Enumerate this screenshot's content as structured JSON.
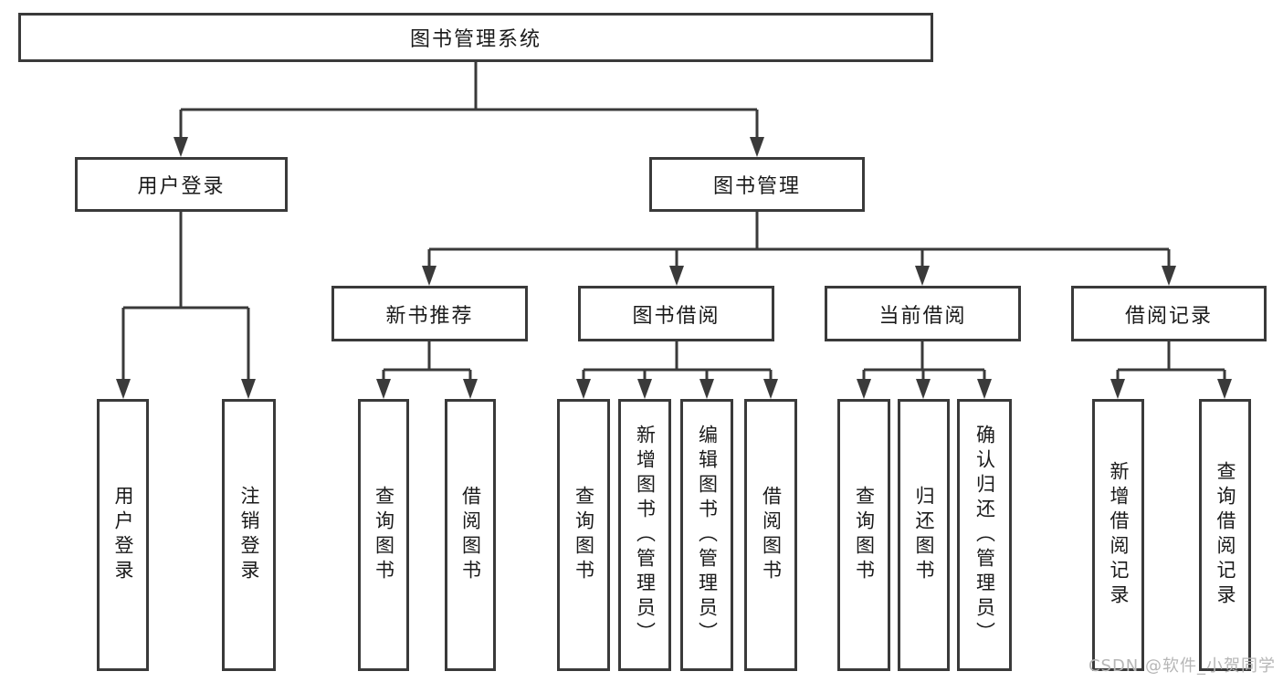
{
  "colors": {
    "background": "#ffffff",
    "line": "#3a3a3a",
    "box_border": "#3a3a3a",
    "text": "#1a1a1a",
    "watermark": "#b6b6b6"
  },
  "watermark": "CSDN @软件_小贺同学",
  "tree": {
    "root": {
      "label": "图书管理系统"
    },
    "branches": [
      {
        "label": "用户登录",
        "children": [
          {
            "label": "用户登录"
          },
          {
            "label": "注销登录"
          }
        ]
      },
      {
        "label": "图书管理",
        "children": [
          {
            "label": "新书推荐",
            "children": [
              {
                "label": "查询图书"
              },
              {
                "label": "借阅图书"
              }
            ]
          },
          {
            "label": "图书借阅",
            "children": [
              {
                "label": "查询图书"
              },
              {
                "label": "新增图书（管理员）"
              },
              {
                "label": "编辑图书（管理员）"
              },
              {
                "label": "借阅图书"
              }
            ]
          },
          {
            "label": "当前借阅",
            "children": [
              {
                "label": "查询图书"
              },
              {
                "label": "归还图书"
              },
              {
                "label": "确认归还（管理员）"
              }
            ]
          },
          {
            "label": "借阅记录",
            "children": [
              {
                "label": "新增借阅记录"
              },
              {
                "label": "查询借阅记录"
              }
            ]
          }
        ]
      }
    ]
  }
}
